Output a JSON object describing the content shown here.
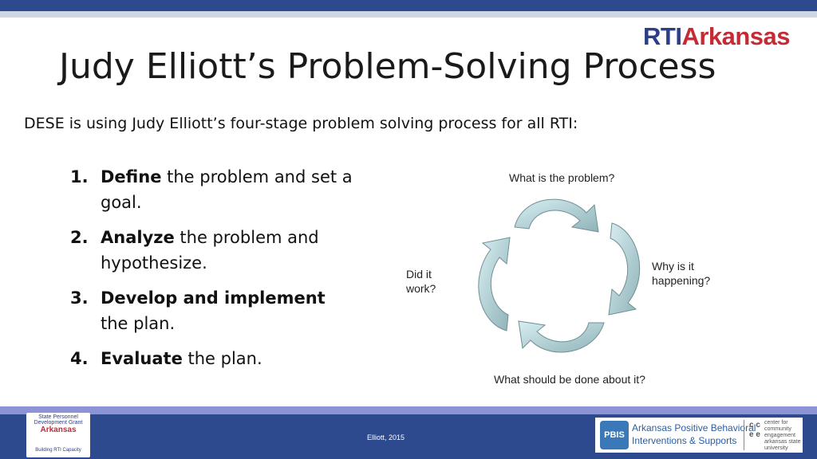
{
  "header": {
    "logo": {
      "rti": "RTI",
      "state": "Arkansas"
    }
  },
  "title": "Judy Elliott’s Problem-Solving Process",
  "subtitle": "DESE is using Judy Elliott’s four-stage problem solving process for all RTI:",
  "steps": [
    {
      "num": "1.",
      "bold": "Define",
      "rest": " the problem and set a goal."
    },
    {
      "num": "2.",
      "bold": "Analyze",
      "rest": " the problem and hypothesize."
    },
    {
      "num": "3.",
      "bold": "Develop and implement",
      "rest": " the plan."
    },
    {
      "num": "4.",
      "bold": "Evaluate",
      "rest": " the plan."
    }
  ],
  "diagram": {
    "top": "What is the problem?",
    "right_l1": "Why is it",
    "right_l2": "happening?",
    "bottom": "What should be done about it?",
    "left_l1": "Did it",
    "left_l2": "work?",
    "arrow_fill": "#c9e4ea",
    "arrow_shade": "#8fb3b8"
  },
  "footer": {
    "credit": "Elliott, 2015",
    "spdg": {
      "arc": "State Personnel Development Grant",
      "mid": "Arkansas",
      "bottom": "Building RTI Capacity"
    },
    "pbis": {
      "mark": "PBIS",
      "line1": "Arkansas Positive Behavioral",
      "line2": "Interventions & Supports"
    },
    "ccee": {
      "letters": "c c e e",
      "l1": "center for",
      "l2": "community",
      "l3": "engagement",
      "l4": "arkansas state",
      "l5": "university"
    }
  }
}
